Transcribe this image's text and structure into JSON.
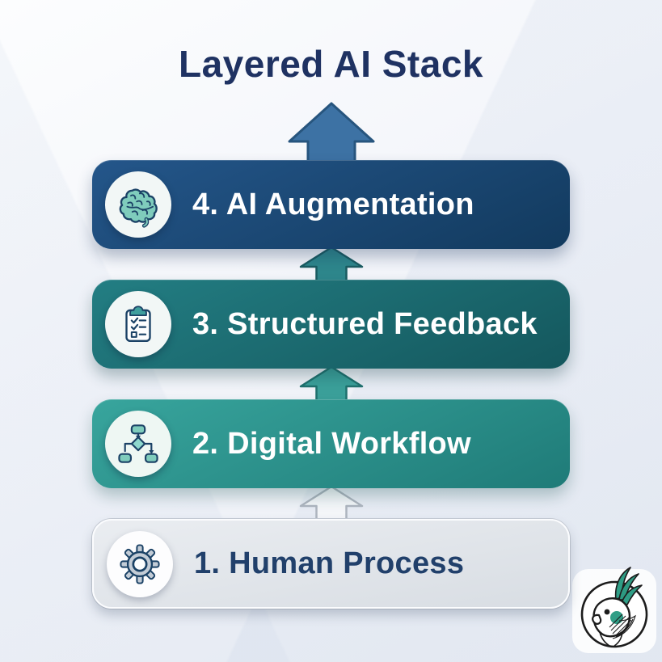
{
  "title": "Layered AI Stack",
  "layers": [
    {
      "label": "4. AI Augmentation",
      "icon": "brain-icon"
    },
    {
      "label": "3. Structured Feedback",
      "icon": "checklist-icon"
    },
    {
      "label": "2. Digital Workflow",
      "icon": "flowchart-icon"
    },
    {
      "label": "1. Human Process",
      "icon": "gear-icon"
    }
  ],
  "arrows": {
    "direction": "up",
    "count": 4
  },
  "logo": {
    "name": "cockatoo-logo"
  },
  "colors": {
    "title-color": "#1f3262",
    "bar4-a": "#24568a",
    "bar4-b": "#123a5e",
    "bar3-a": "#237e83",
    "bar3-b": "#14575d",
    "bar2-a": "#38a59d",
    "bar2-b": "#1f7b78",
    "bar1-a": "#eaedf1",
    "bar1-b": "#d8dde3",
    "bar1-text": "#21406b",
    "arrow-top-fill": "#3d72a4",
    "arrow-top-stroke": "#27557e",
    "arrow34-fill": "#2e878c",
    "arrow34-stroke": "#1a5c61",
    "arrow23-fill": "#3ba09a",
    "arrow23-stroke": "#1f716e",
    "arrow12-fill": "#f4f6f9",
    "arrow12-stroke": "#aeb5bf",
    "icon-navy": "#1b4266",
    "icon-teal": "#7fccbc",
    "icon-teal-light": "#8fd8cd",
    "gear-gray": "#c3ccd6",
    "logo-teal": "#2f9e86",
    "logo-teal-dark": "#2d9a82",
    "logo-ink": "#1c1c1c"
  }
}
